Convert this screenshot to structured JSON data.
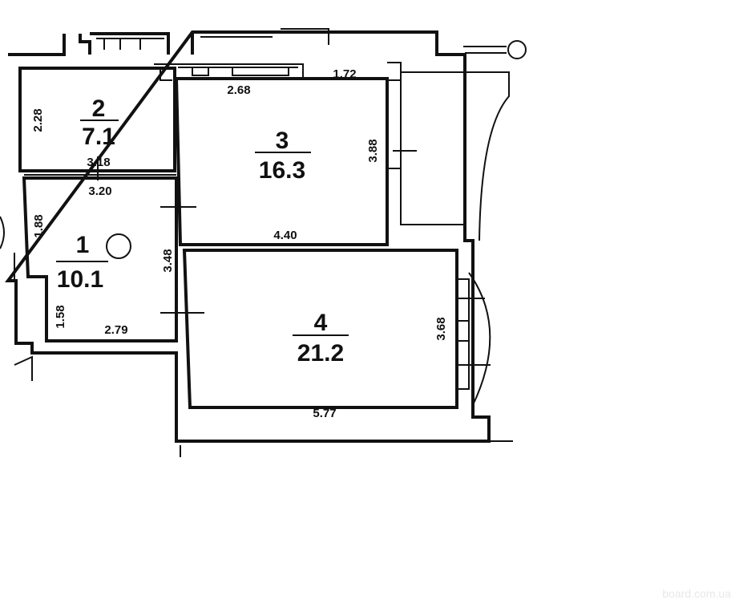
{
  "rooms": [
    {
      "number": "1",
      "area": "10.1"
    },
    {
      "number": "2",
      "area": "7.1"
    },
    {
      "number": "3",
      "area": "16.3"
    },
    {
      "number": "4",
      "area": "21.2"
    }
  ],
  "dimensions": {
    "r2_height": "2.28",
    "r2_width": "3.18",
    "r1_top": "3.20",
    "r1_left_upper": "1.88",
    "r1_left_lower": "1.58",
    "r1_bottom": "2.79",
    "r1_right": "3.48",
    "r3_top_left": "2.68",
    "r3_top_right": "1.72",
    "r3_right": "3.88",
    "r3_bottom": "4.40",
    "r4_right": "3.68",
    "r4_bottom": "5.77"
  },
  "watermark": "board.com.ua"
}
